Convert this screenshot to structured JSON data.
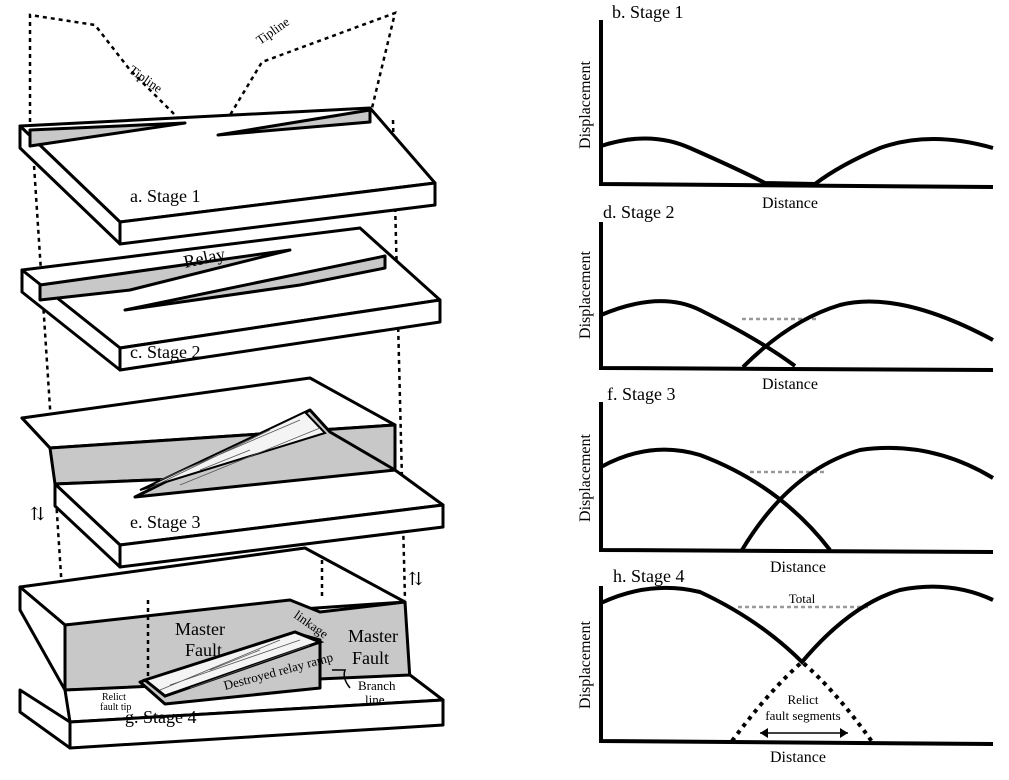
{
  "block_diagram": {
    "stage1": {
      "label": "a. Stage 1",
      "tipline_left": "Tipline",
      "tipline_right": "Tipline"
    },
    "stage2": {
      "label": "c. Stage 2",
      "relay": "Relay"
    },
    "stage3": {
      "label": "e. Stage 3"
    },
    "stage4": {
      "label": "g. Stage 4",
      "master_fault_left": [
        "Master",
        "Fault"
      ],
      "master_fault_right": [
        "Master",
        "Fault"
      ],
      "linkage": "linkage",
      "destroyed_relay_ramp": "Destroyed relay ramp",
      "branch_line": [
        "Branch",
        "line"
      ],
      "relict_fault_tip": [
        "Relict",
        "fault tip"
      ]
    }
  },
  "profiles": [
    {
      "label": "b. Stage 1",
      "ylabel": "Displacement",
      "xlabel": "Distance"
    },
    {
      "label": "d. Stage 2",
      "ylabel": "Displacement",
      "xlabel": "Distance"
    },
    {
      "label": "f. Stage 3",
      "ylabel": "Displacement",
      "xlabel": "Distance"
    },
    {
      "label": "h. Stage 4",
      "ylabel": "Displacement",
      "xlabel": "Distance",
      "total": "Total",
      "relict": [
        "Relict",
        "fault segments"
      ]
    }
  ]
}
